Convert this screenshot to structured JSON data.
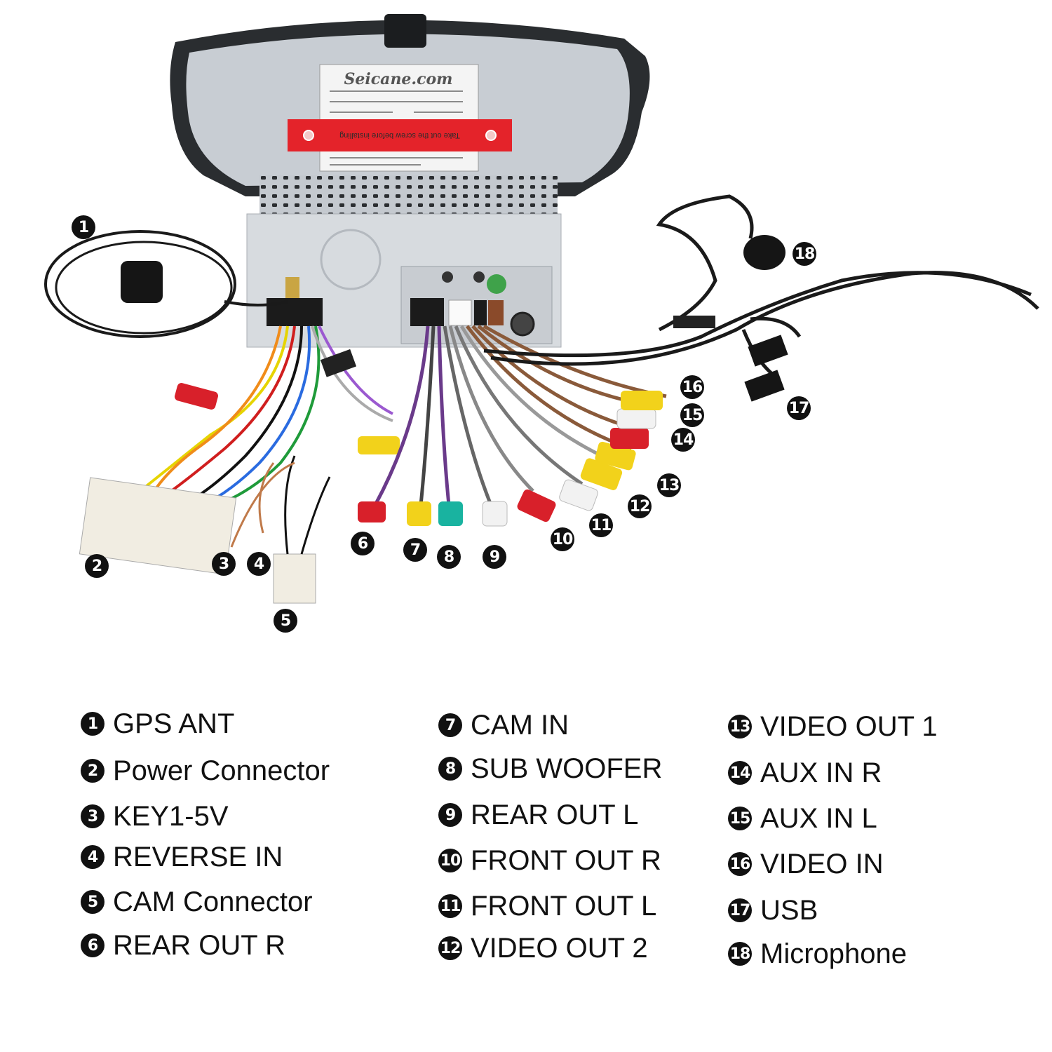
{
  "brand_watermark": "Seicane.com",
  "warning_label": "Take out the screw before installing",
  "callouts": [
    "1",
    "2",
    "3",
    "4",
    "5",
    "6",
    "7",
    "8",
    "9",
    "10",
    "11",
    "12",
    "13",
    "14",
    "15",
    "16",
    "17",
    "18"
  ],
  "legend": [
    {
      "num": "1",
      "label": "GPS ANT"
    },
    {
      "num": "2",
      "label": "Power Connector"
    },
    {
      "num": "3",
      "label": "KEY1-5V"
    },
    {
      "num": "4",
      "label": "REVERSE IN"
    },
    {
      "num": "5",
      "label": "CAM Connector"
    },
    {
      "num": "6",
      "label": "REAR OUT R"
    },
    {
      "num": "7",
      "label": "CAM IN"
    },
    {
      "num": "8",
      "label": "SUB WOOFER"
    },
    {
      "num": "9",
      "label": "REAR OUT L"
    },
    {
      "num": "10",
      "label": "FRONT OUT R"
    },
    {
      "num": "11",
      "label": "FRONT OUT L"
    },
    {
      "num": "12",
      "label": "VIDEO OUT 2"
    },
    {
      "num": "13",
      "label": "VIDEO OUT 1"
    },
    {
      "num": "14",
      "label": "AUX IN R"
    },
    {
      "num": "15",
      "label": "AUX IN L"
    },
    {
      "num": "16",
      "label": "VIDEO IN"
    },
    {
      "num": "17",
      "label": "USB"
    },
    {
      "num": "18",
      "label": "Microphone"
    }
  ],
  "colors": {
    "rca_red": "#d8202a",
    "rca_yellow": "#f2d21b",
    "rca_white": "#f2f2f2",
    "rca_green": "#19b3a0",
    "cable": "#1a1a1a",
    "housing": "#c9ccd0"
  }
}
